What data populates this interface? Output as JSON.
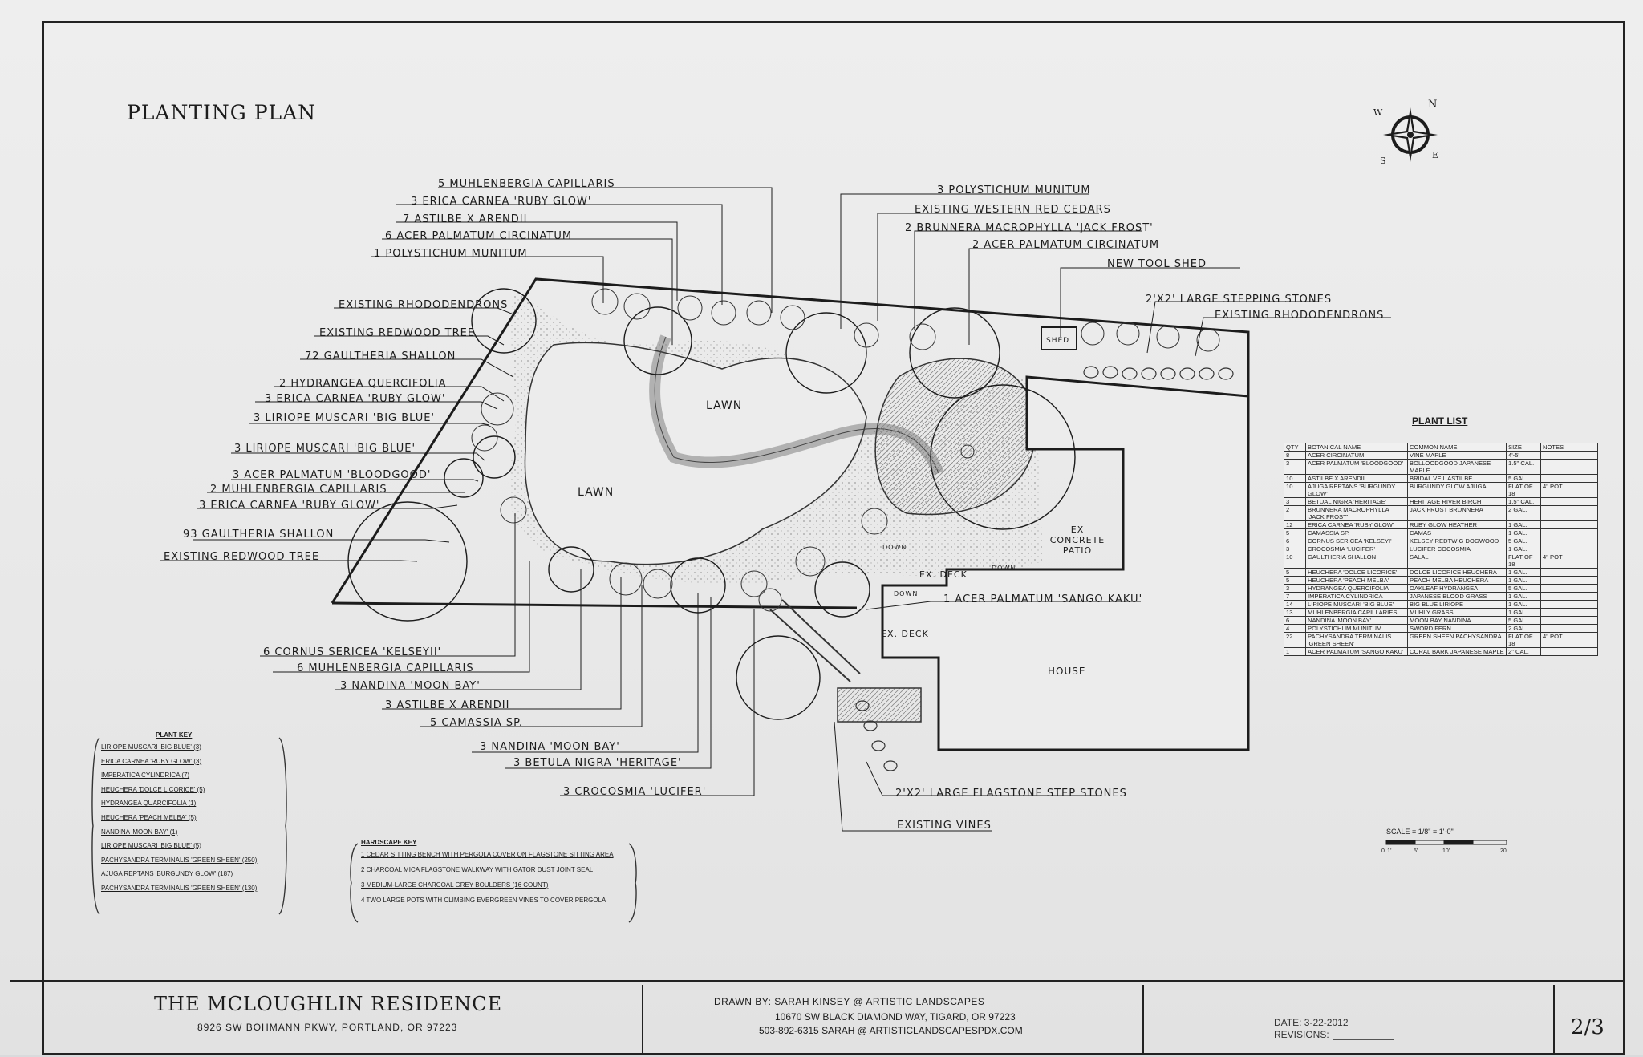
{
  "page_title": "Planting Plan",
  "compass": {
    "n": "N",
    "e": "E",
    "s": "S",
    "w": "W"
  },
  "labels": {
    "lawn": "Lawn",
    "ex_concrete_patio": "Ex Concrete Patio",
    "ex_deck": "Ex. Deck",
    "house": "House",
    "shed": "Shed",
    "down": "Down"
  },
  "callouts_left_top": [
    "5 Muhlenbergia capillaris",
    "3 Erica carnea 'Ruby Glow'",
    "7 Astilbe x arendii",
    "6 Acer palmatum circinatum",
    "1 Polystichum munitum"
  ],
  "callouts_left": [
    "Existing Rhododendrons",
    "Existing Redwood Tree",
    "72 Gaultheria shallon",
    "2 Hydrangea quercifolia",
    "3 Erica carnea 'Ruby Glow'",
    "3 Liriope muscari 'Big Blue'",
    "3 Liriope muscari 'Big Blue'",
    "3 Acer palmatum 'Bloodgood'",
    "2 Muhlenbergia capillaris",
    "3 Erica carnea 'Ruby Glow'",
    "93 Gaultheria shallon",
    "Existing Redwood Tree"
  ],
  "callouts_bottom": [
    "6 Cornus sericea 'Kelseyii'",
    "6 Muhlenbergia capillaris",
    "3 Nandina 'Moon Bay'",
    "3 Astilbe x arendii",
    "5 Camassia sp.",
    "3 Nandina 'Moon Bay'",
    "3 Betula nigra 'Heritage'",
    "3 Crocosmia 'Lucifer'"
  ],
  "callouts_right": [
    "3 Polystichum munitum",
    "Existing Western Red Cedars",
    "2 Brunnera macrophylla 'Jack Frost'",
    "2 Acer palmatum circinatum",
    "New Tool Shed",
    "2'x2' Large Stepping Stones",
    "Existing Rhododendrons"
  ],
  "callouts_house": [
    "1 Acer palmatum 'Sango Kaku'",
    "2'x2' Large Flagstone Step Stones",
    "Existing Vines"
  ],
  "plant_list": {
    "title": "Plant List",
    "headers": [
      "Qty",
      "Botanical Name",
      "Common Name",
      "Size",
      "Notes"
    ],
    "rows": [
      [
        "8",
        "Acer circinatum",
        "Vine Maple",
        "4'-5'",
        ""
      ],
      [
        "3",
        "Acer palmatum 'Bloodgood'",
        "Bolloodgood Japanese Maple",
        "1.5\" cal.",
        ""
      ],
      [
        "10",
        "Astilbe x arendii",
        "Bridal Veil Astilbe",
        "5 gal.",
        ""
      ],
      [
        "10",
        "Ajuga reptans 'Burgundy Glow'",
        "Burgundy Glow Ajuga",
        "Flat of 18",
        "4\" Pot"
      ],
      [
        "3",
        "Betual nigra 'Heritage'",
        "Heritage River Birch",
        "1.5\" cal.",
        ""
      ],
      [
        "2",
        "Brunnera macrophylla 'Jack Frost'",
        "Jack Frost Brunnera",
        "2 gal.",
        ""
      ],
      [
        "12",
        "Erica carnea 'Ruby Glow'",
        "Ruby Glow Heather",
        "1 gal.",
        ""
      ],
      [
        "5",
        "Camassia sp.",
        "Camas",
        "1 gal.",
        ""
      ],
      [
        "6",
        "Cornus sericea 'Kelseyi'",
        "Kelsey redtwig Dogwood",
        "5 gal.",
        ""
      ],
      [
        "3",
        "Crocosmia 'Lucifer'",
        "Lucifer Cocosmia",
        "1 gal.",
        ""
      ],
      [
        "10",
        "Gaultheria shallon",
        "Salal",
        "Flat of 18",
        "4\" Pot"
      ],
      [
        "5",
        "Heuchera 'Dolce Licorice'",
        "Dolce Licorice Heuchera",
        "1 gal.",
        ""
      ],
      [
        "5",
        "Heuchera 'Peach Melba'",
        "Peach Melba Heuchera",
        "1 gal.",
        ""
      ],
      [
        "3",
        "Hydrangea quercifolia",
        "Oakleaf Hydrangea",
        "5 gal.",
        ""
      ],
      [
        "7",
        "Imperatica cylindrica",
        "Japanese Blood Grass",
        "1 gal.",
        ""
      ],
      [
        "14",
        "Liriope muscari 'Big Blue'",
        "Big Blue Liriope",
        "1 gal.",
        ""
      ],
      [
        "13",
        "Muhlenbergia capillaries",
        "Muhly Grass",
        "1 gal.",
        ""
      ],
      [
        "6",
        "Nandina 'Moon Bay'",
        "Moon Bay Nandina",
        "5 gal.",
        ""
      ],
      [
        "4",
        "Polystichum munitum",
        "Sword Fern",
        "2 gal.",
        ""
      ],
      [
        "22",
        "Pachysandra terminalis 'Green Sheen'",
        "Green Sheen Pachysandra",
        "Flat of 18",
        "4\" Pot"
      ],
      [
        "1",
        "Acer palmatum 'Sango Kaku'",
        "Coral Bark Japanese Maple",
        "2\" cal.",
        ""
      ]
    ]
  },
  "plant_key": {
    "title": "Plant Key",
    "items": [
      "Liriope muscari 'Big Blue' (3)",
      "Erica carnea 'Ruby Glow' (3)",
      "Imperatica cylindrica (7)",
      "Heuchera 'Dolce licorice' (5)",
      "Hydrangea quarcifolia (1)",
      "Heuchera 'peach melba' (5)",
      "Nandina 'Moon Bay' (1)",
      "Liriope muscari 'Big Blue' (5)",
      "Pachysandra terminalis 'Green Sheen' (250)",
      "Ajuga reptans 'Burgundy Glow' (187)",
      "Pachysandra terminalis 'Green Sheen' (130)"
    ]
  },
  "hardscape_key": {
    "title": "Hardscape Key",
    "items": [
      "1 Cedar Sitting Bench with Pergola Cover on Flagstone Sitting Area",
      "2 Charcoal Mica Flagstone Walkway with Gator Dust Joint Seal",
      "3 Medium-Large Charcoal Grey boulders (16 count)",
      "4 Two large pots with Climbing Evergreen Vines to Cover Pergola"
    ]
  },
  "scale": "Scale = 1/8\" = 1'-0\"",
  "scale_bar": [
    "0' 1'",
    "5'",
    "10'",
    "20'"
  ],
  "title_block": {
    "project_name": "The McLoughlin Residence",
    "project_address": "8926 SW Bohmann Pkwy, Portland, OR 97223",
    "drawn_by": "Drawn By: Sarah Kinsey @ Artistic Landscapes",
    "firm_address": "10670 SW Black Diamond Way, Tigard, OR 97223",
    "firm_contact": "503-892-6315   sarah @ artisticlandscapespdx.com",
    "date": "Date: 3-22-2012",
    "revisions": "Revisions:",
    "sheet_number": "2/3"
  },
  "colors": {
    "ink": "#1c1c1c",
    "paper": "#ececec",
    "background": "#d9dadc",
    "shade": "#bfbfbf"
  }
}
